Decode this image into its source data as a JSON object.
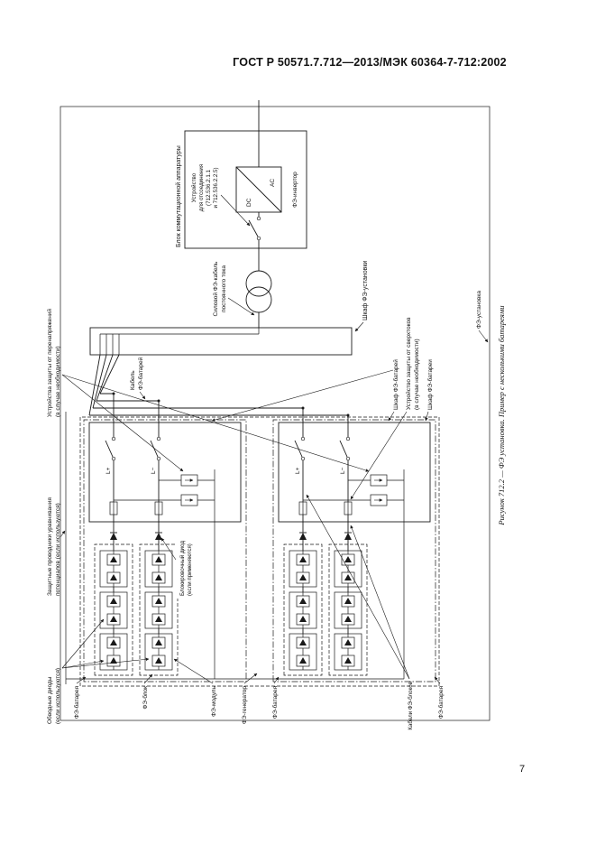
{
  "page": {
    "header": "ГОСТ  Р 50571.7.712—2013/МЭК 60364-7-712:2002",
    "page_number": "7",
    "caption": "Рисунок 712.2 — ФЭ установка. Пример с несколькими батареями"
  },
  "diagram": {
    "line_color": "#1a1a1a",
    "labels": {
      "switchgear_block": "Блок коммутационной аппаратуры",
      "disconnect_line1": "Устройство",
      "disconnect_line2": "для отсоединения",
      "disconnect_line3": "(712.536.2.1.1",
      "disconnect_line4": "и 712.536.2.2.5)",
      "dc": "DC",
      "ac": "AC",
      "inverter": "ФЭ-инвертор",
      "dc_cable_line1": "Силовой ФЭ-кабель",
      "dc_cable_line2": "постоянного тока",
      "installation_cabinet": "Шкаф ФЭ-установки",
      "battery_cable_line1": "Кабель",
      "battery_cable_line2": "ФЭ-батарей",
      "batteries_cabinet": "Шкаф ФЭ-батарей",
      "overcurrent_line1": "Устройство защиты от сверхтоков",
      "overcurrent_line2": "(в случае необходимости)",
      "battery_cabinet": "Шкаф ФЭ-батареи",
      "installation": "ФЭ-установка",
      "surge_line1": "Устройства защиты от перенапряжений",
      "surge_line2": "(в случае необходимости)",
      "equipotential_line1": "Защитные проводники уравнивания",
      "equipotential_line2": "потенциалов (если используются)",
      "bypass_line1": "Обводные диоды",
      "bypass_line2": "(если используются)",
      "blocking_line1": "Блокировочный диод",
      "blocking_line2": "(если применяются)",
      "l_plus": "L+",
      "l_minus": "L−",
      "pv_battery": "ФЭ-батарея",
      "pv_string": "ФЭ-блок",
      "pv_module": "ФЭ-модуль",
      "pv_generator": "ФЭ-генератор",
      "pv_battery_2": "ФЭ-батарея",
      "string_cables": "Кабели ФЭ-блоков",
      "pv_battery_3": "ФЭ-батарея"
    }
  }
}
